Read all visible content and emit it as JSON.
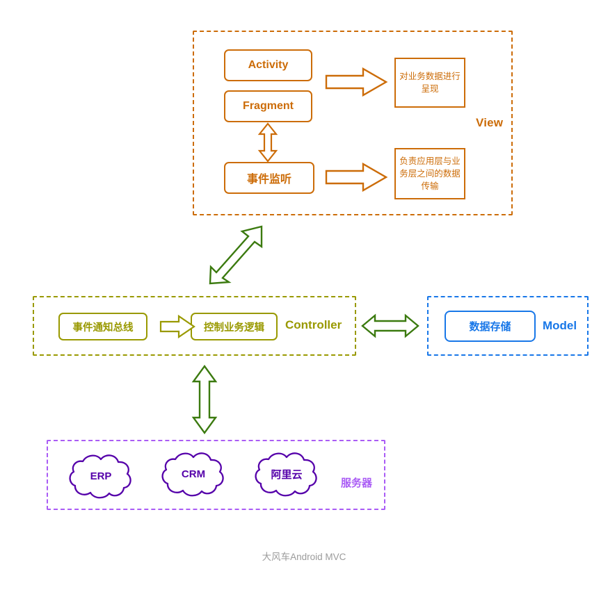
{
  "diagram": {
    "caption": "大风车Android MVC",
    "colors": {
      "view": "#cc6c08",
      "controller": "#999900",
      "model": "#1877e8",
      "server_border": "#aa5cf5",
      "cloud": "#5500aa",
      "arrow_green": "#3b7a0f",
      "caption": "#9b9b9b"
    },
    "view": {
      "label": "View",
      "boxes": [
        {
          "id": "activity",
          "label": "Activity"
        },
        {
          "id": "fragment",
          "label": "Fragment"
        },
        {
          "id": "listener",
          "label": "事件监听"
        }
      ],
      "notes": [
        {
          "id": "note-present",
          "text": "对业务数据进行呈现"
        },
        {
          "id": "note-transport",
          "text": "负责应用层与业务层之间的数据传输"
        }
      ]
    },
    "controller": {
      "label": "Controller",
      "boxes": [
        {
          "id": "event-bus",
          "label": "事件通知总线"
        },
        {
          "id": "business-logic",
          "label": "控制业务逻辑"
        }
      ]
    },
    "model": {
      "label": "Model",
      "boxes": [
        {
          "id": "data-storage",
          "label": "数据存储"
        }
      ]
    },
    "server": {
      "label": "服务器",
      "clouds": [
        {
          "id": "erp",
          "label": "ERP"
        },
        {
          "id": "crm",
          "label": "CRM"
        },
        {
          "id": "aliyun",
          "label": "阿里云"
        }
      ]
    },
    "arrows": [
      {
        "id": "activity-to-note",
        "direction": "right",
        "color": "#cc6c08"
      },
      {
        "id": "listener-to-note",
        "direction": "right",
        "color": "#cc6c08"
      },
      {
        "id": "fragment-listener",
        "direction": "both-vertical",
        "color": "#cc6c08"
      },
      {
        "id": "view-controller",
        "direction": "both-diagonal",
        "color": "#3b7a0f"
      },
      {
        "id": "eventbus-to-logic",
        "direction": "right",
        "color": "#999900"
      },
      {
        "id": "controller-model",
        "direction": "both-horizontal",
        "color": "#3b7a0f"
      },
      {
        "id": "controller-server",
        "direction": "both-vertical",
        "color": "#3b7a0f"
      }
    ]
  }
}
